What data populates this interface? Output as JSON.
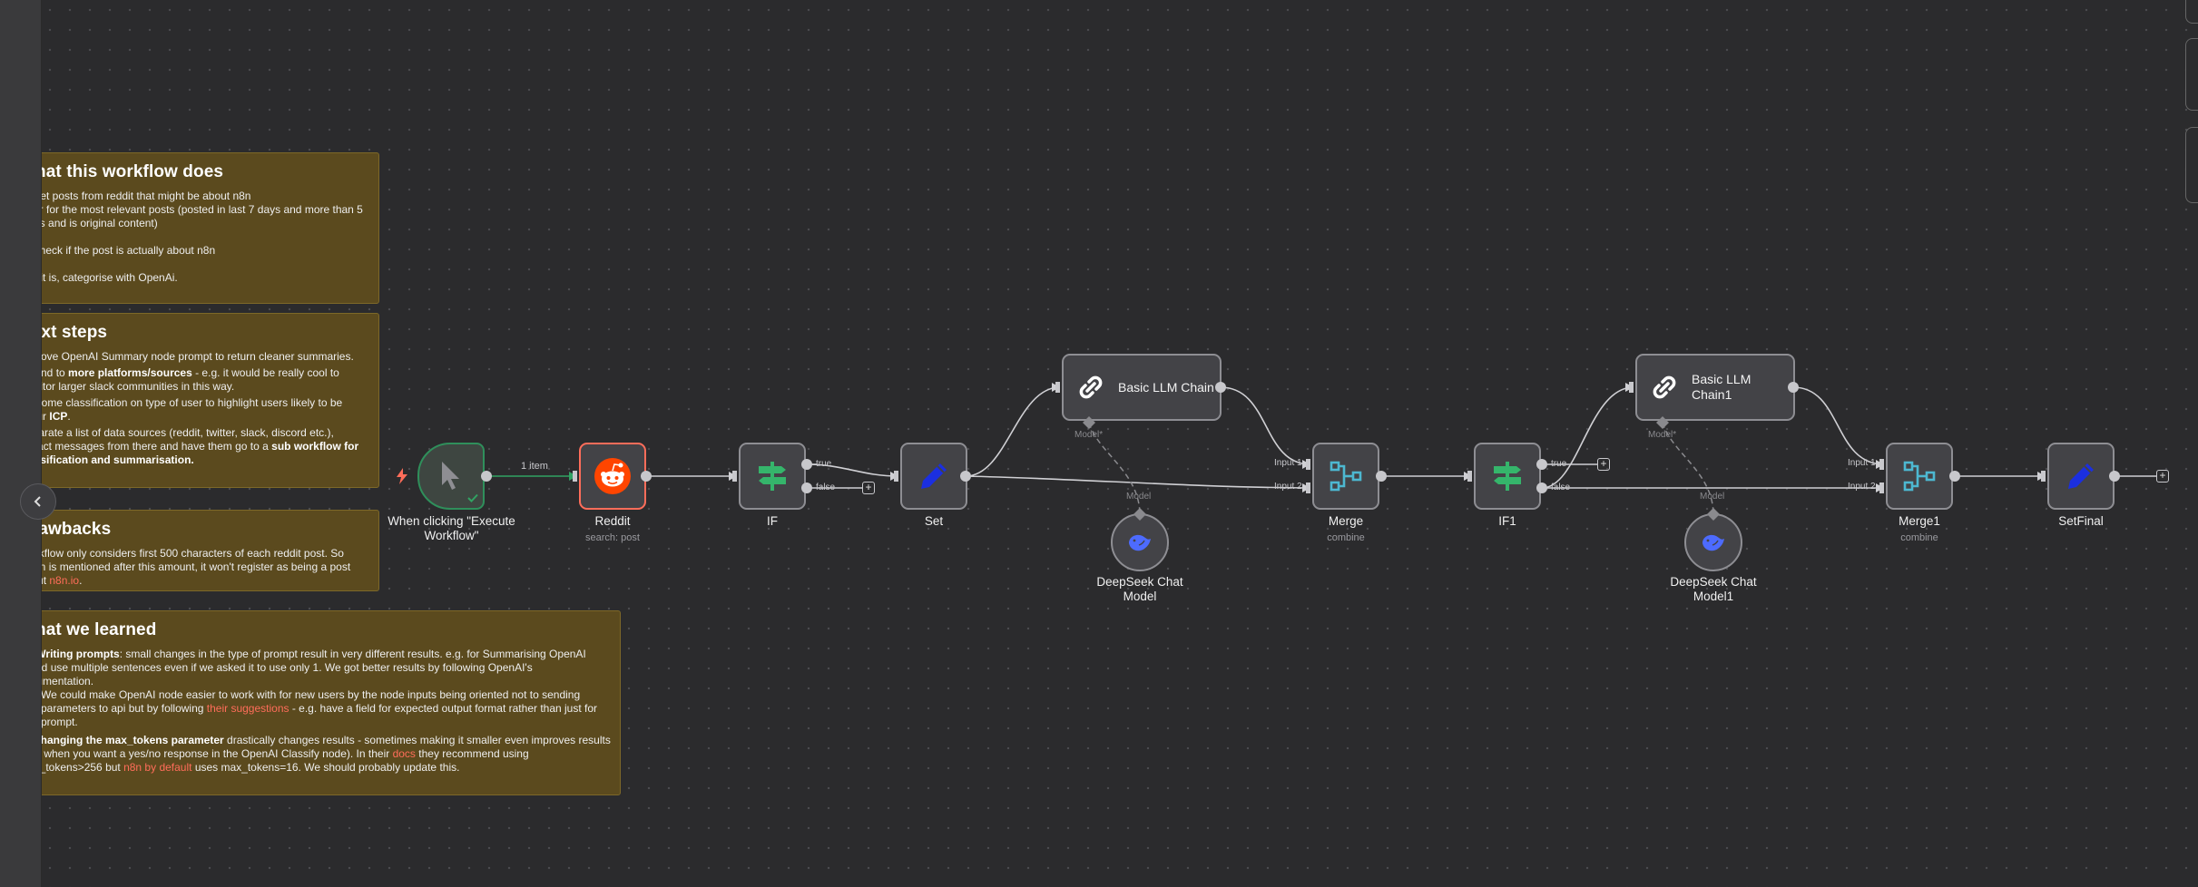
{
  "sticky_notes": {
    "what_it_does": {
      "title": "What this workflow does",
      "line1": "1) Get posts from reddit that might be about n8n",
      "line2": "Filter for the most relevant posts (posted in last 7 days and more than 5",
      "line3": "votes and is original content)",
      "line4": "2) Check if the post is actually about n8n",
      "line5": "3) if it is, categorise with OpenAi."
    },
    "next_steps": {
      "title": "Next steps",
      "b1": "Improve OpenAI Summary node prompt to return cleaner summaries.",
      "b2_a": "Extend to ",
      "b2_bold": "more platforms/sources",
      "b2_b": " - e.g. it would be really cool to",
      "b2_c": "monitor larger slack communities in this way.",
      "b3_a": "Do some classification on type of user to highlight users likely to be",
      "b3_b": "in our ",
      "b3_bold": "ICP",
      "b3_c": ".",
      "b4_a": "Separate a list of data sources (reddit, twitter, slack, discord etc.),",
      "b4_b": "extract messages from there and have them go to a ",
      "b4_bold1": "sub workflow for",
      "b4_bold2": "classification and summarisation."
    },
    "drawbacks": {
      "title": "Drawbacks",
      "l1": "Workflow only considers first 500 characters of each reddit post. So",
      "l2": "if n8n is mentioned after this amount, it won't register as being a post",
      "l3": "about ",
      "l3_link": "n8n.io",
      "l3_end": "."
    },
    "learned": {
      "title": "What we learned",
      "p1_icon": "✍️",
      "p1_bold": "Writing prompts",
      "p1_a": ": small changes in the type of prompt result in very different results. e.g. for Summarising OpenAI",
      "p1_b": "would use multiple sentences even if we asked it to use only 1. We got better results by following OpenAI's",
      "p1_c": "documentation.",
      "sub1_a": "We could make OpenAI node easier to work with for new users by the node inputs being oriented not to sending",
      "sub1_b": "parameters to api but by following ",
      "sub1_link": "their suggestions",
      "sub1_c": " - e.g. have a field for expected output format rather than just for",
      "sub1_d": "prompt.",
      "p2_icon": "↕️",
      "p2_bold": "Changing the max_tokens parameter",
      "p2_a": " drastically changes results - sometimes making it smaller even improves results",
      "p2_b": "(e.g. when you want a yes/no response in the OpenAI Classify node). In their ",
      "p2_link1": "docs",
      "p2_c": " they recommend using",
      "p2_d": "max_tokens>256 but ",
      "p2_link2": "n8n by default",
      "p2_e": " uses max_tokens=16. We should probably update this."
    }
  },
  "nodes": {
    "trigger": {
      "label": "When clicking \"Execute Workflow\"",
      "icon": "cursor-pointer-icon"
    },
    "reddit": {
      "label": "Reddit",
      "subtitle": "search: post",
      "icon": "reddit-icon"
    },
    "if1": {
      "label": "IF",
      "icon": "signpost-icon"
    },
    "set1": {
      "label": "Set",
      "icon": "pencil-icon"
    },
    "llm1": {
      "label": "Basic LLM Chain",
      "icon": "link-chain-icon"
    },
    "deepseek1": {
      "label": "DeepSeek Chat Model",
      "icon": "whale-icon"
    },
    "merge1": {
      "label": "Merge",
      "subtitle": "combine",
      "icon": "merge-icon"
    },
    "if2": {
      "label": "IF1",
      "icon": "signpost-icon"
    },
    "llm2": {
      "label": "Basic LLM Chain1",
      "icon": "link-chain-icon"
    },
    "deepseek2": {
      "label": "DeepSeek Chat Model1",
      "icon": "whale-icon"
    },
    "merge2": {
      "label": "Merge1",
      "subtitle": "combine",
      "icon": "merge-icon"
    },
    "setfinal": {
      "label": "SetFinal",
      "icon": "pencil-icon"
    }
  },
  "connection_labels": {
    "items": "1 item",
    "true": "true",
    "false": "false",
    "model": "Model",
    "model_required": "Model*",
    "input1": "Input 1",
    "input2": "Input 2",
    "plus": "+"
  },
  "colors": {
    "canvas": "#2b2b2d",
    "sticky": "#5b4a1e",
    "trigger_border": "#2f8f5b",
    "reddit_border": "#ff6d5a",
    "link": "#ff6d5a",
    "if_green": "#35b56b",
    "set_blue": "#1b2fe0",
    "merge_cyan": "#4db8d1",
    "deepseek": "#4d6bfe"
  }
}
